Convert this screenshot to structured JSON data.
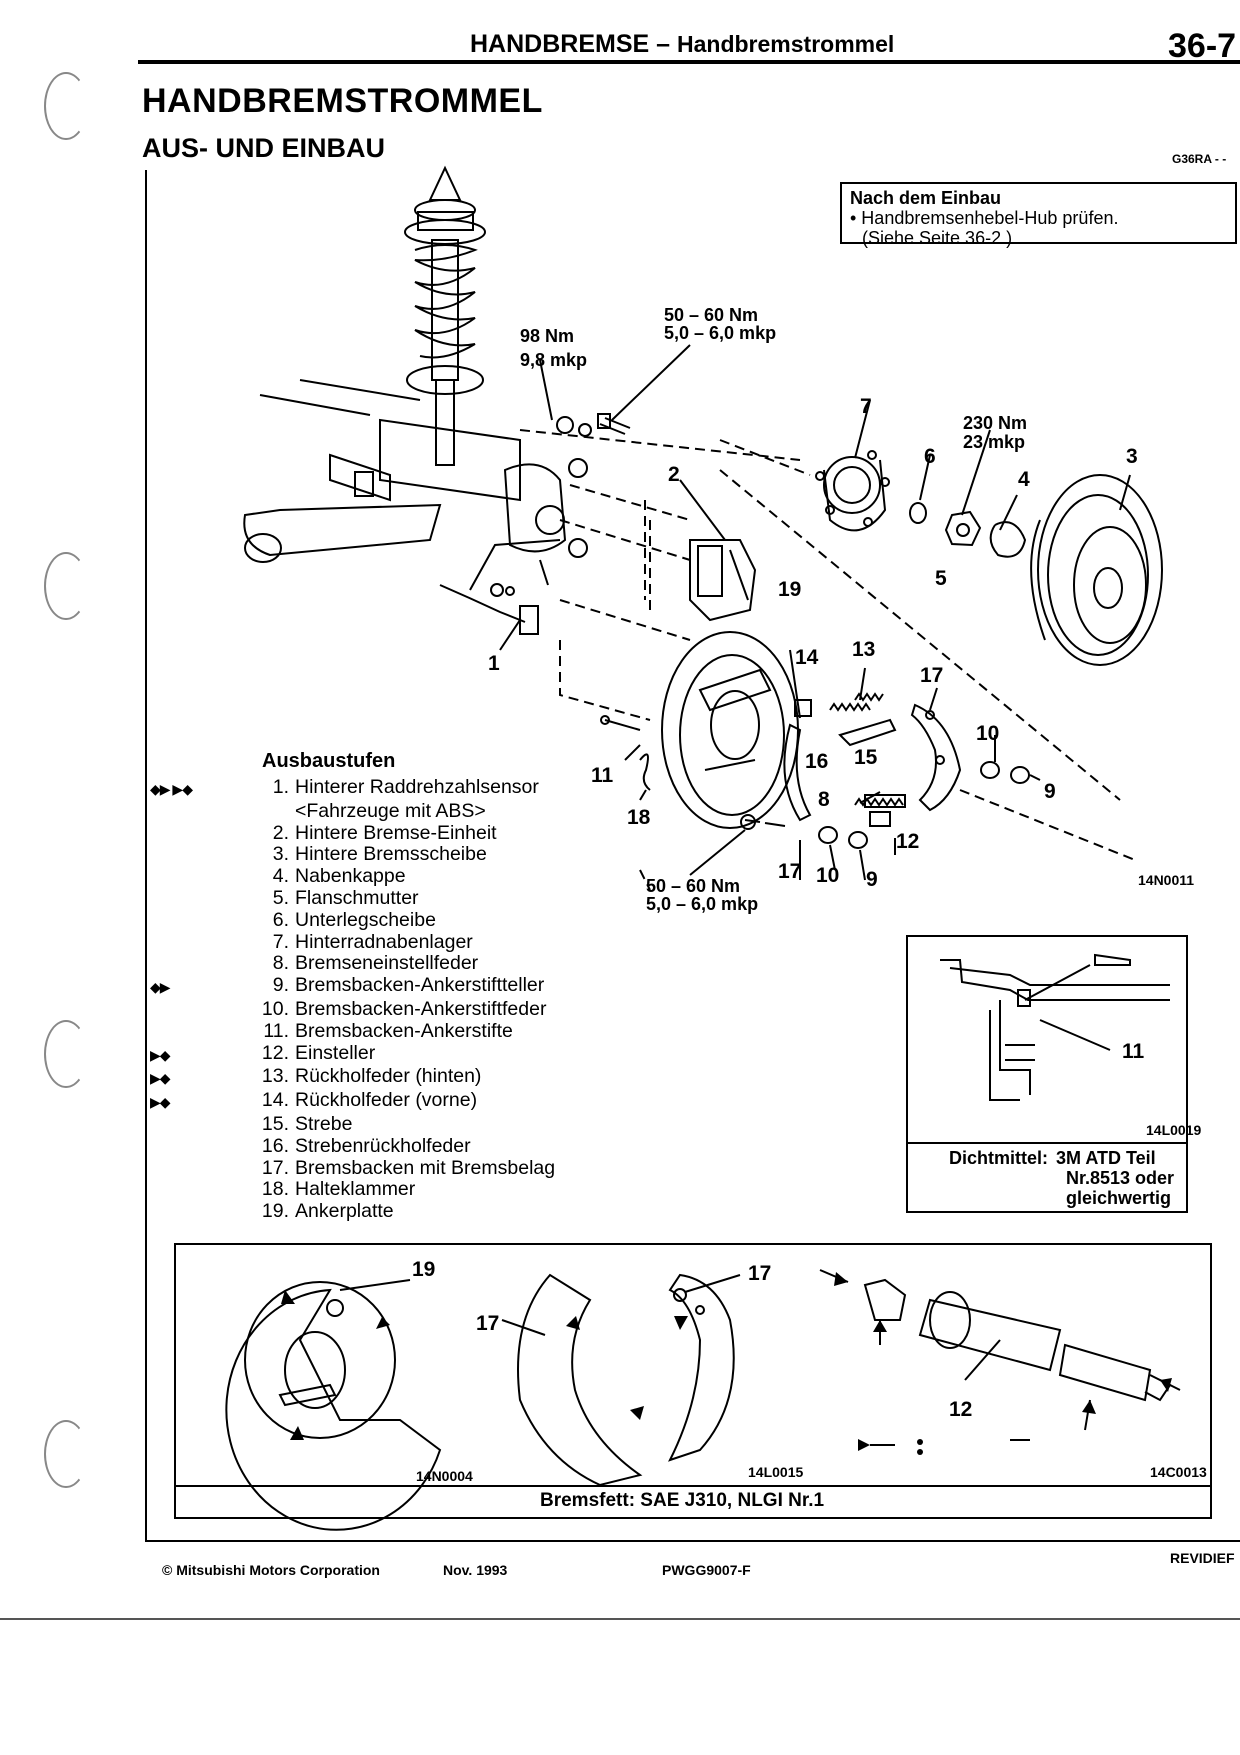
{
  "header": {
    "section": "HANDBREMSE",
    "dash": "–",
    "subsection": "Handbremstrommel",
    "page_number": "36-7"
  },
  "title": "HANDBREMSTROMMEL",
  "subtitle": "AUS- UND EINBAU",
  "ref_code": "G36RA - -",
  "after_install": {
    "title": "Nach dem Einbau",
    "line1": "• Handbremsenhebel-Hub prüfen.",
    "line2": "(Siehe Seite 36-2.)"
  },
  "torques": {
    "t98_a": "98 Nm",
    "t98_b": "9,8 mkp",
    "t50_top_a": "50 – 60 Nm",
    "t50_top_b": "5,0 – 6,0 mkp",
    "t230_a": "230 Nm",
    "t230_b": "23 mkp",
    "t50_bot_a": "50 – 60 Nm",
    "t50_bot_b": "5,0 – 6,0 mkp"
  },
  "callouts": {
    "c1": "1",
    "c2": "2",
    "c3": "3",
    "c4": "4",
    "c5": "5",
    "c6": "6",
    "c7": "7",
    "c8": "8",
    "c9a": "9",
    "c9b": "9",
    "c10a": "10",
    "c10b": "10",
    "c11a": "11",
    "c11b": "11",
    "c12a": "12",
    "c12b": "12",
    "c13": "13",
    "c14": "14",
    "c15": "15",
    "c16": "16",
    "c17a": "17",
    "c17b": "17",
    "c17c": "17",
    "c17d": "17",
    "c18": "18",
    "c19a": "19",
    "c19b": "19"
  },
  "figure_codes": {
    "main": "14N0011",
    "seal": "14L0019",
    "plate": "14N0004",
    "shoes": "14L0015",
    "adjuster": "14C0013"
  },
  "steps": {
    "title": "Ausbaustufen",
    "items": [
      {
        "marks": "◆▶ ▶◆",
        "n": "1.",
        "text": "Hinterer Raddrehzahlsensor"
      },
      {
        "marks": "",
        "n": "",
        "text": "<Fahrzeuge mit ABS>"
      },
      {
        "marks": "",
        "n": "2.",
        "text": "Hintere Bremse-Einheit"
      },
      {
        "marks": "",
        "n": "3.",
        "text": "Hintere Bremsscheibe"
      },
      {
        "marks": "",
        "n": "4.",
        "text": "Nabenkappe"
      },
      {
        "marks": "",
        "n": "5.",
        "text": "Flanschmutter"
      },
      {
        "marks": "",
        "n": "6.",
        "text": "Unterlegscheibe"
      },
      {
        "marks": "",
        "n": "7.",
        "text": "Hinterradnabenlager"
      },
      {
        "marks": "",
        "n": "8.",
        "text": "Bremseneinstellfeder"
      },
      {
        "marks": "◆▶",
        "n": "9.",
        "text": "Bremsbacken-Ankerstiftteller"
      },
      {
        "marks": "",
        "n": "10.",
        "text": "Bremsbacken-Ankerstiftfeder"
      },
      {
        "marks": "",
        "n": "11.",
        "text": "Bremsbacken-Ankerstifte"
      },
      {
        "marks": "▶◆",
        "n": "12.",
        "text": "Einsteller"
      },
      {
        "marks": "▶◆",
        "n": "13.",
        "text": "Rückholfeder (hinten)"
      },
      {
        "marks": "▶◆",
        "n": "14.",
        "text": "Rückholfeder (vorne)"
      },
      {
        "marks": "",
        "n": "15.",
        "text": "Strebe"
      },
      {
        "marks": "",
        "n": "16.",
        "text": "Strebenrückholfeder"
      },
      {
        "marks": "",
        "n": "17.",
        "text": "Bremsbacken mit Bremsbelag"
      },
      {
        "marks": "",
        "n": "18.",
        "text": "Halteklammer"
      },
      {
        "marks": "",
        "n": "19.",
        "text": "Ankerplatte"
      }
    ]
  },
  "sealant": {
    "label": "Dichtmittel:",
    "line1": "3M ATD Teil",
    "line2": "Nr.8513 oder",
    "line3": "gleichwertig"
  },
  "grease": "Bremsfett: SAE J310, NLGI Nr.1",
  "footer": {
    "copyright": "© Mitsubishi Motors Corporation",
    "date": "Nov. 1993",
    "code": "PWGG9007-F",
    "revised": "REVIDIEF"
  }
}
